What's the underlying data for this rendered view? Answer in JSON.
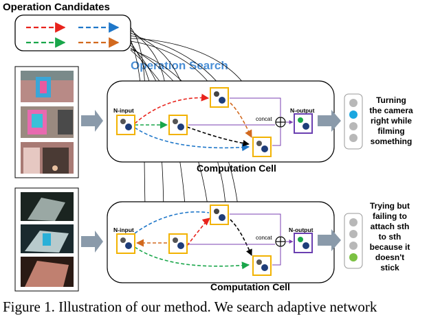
{
  "title": "Operation Candidates",
  "search_label": "Operation Search",
  "cell_label": "Computation Cell",
  "node_input": "N-input",
  "node_output": "N-output",
  "concat": "concat",
  "oplus": "⊕",
  "caption": "Figure 1. Illustration of our method. We search adaptive network",
  "rows": [
    {
      "action_lines": [
        "Turning",
        "the camera",
        "right while",
        "filming",
        "something"
      ]
    },
    {
      "action_lines": [
        "Trying but",
        "failing to",
        "attach sth",
        "to sth",
        "because it",
        "doesn't",
        "stick"
      ]
    }
  ],
  "colors": {
    "red": "#e8231c",
    "blue": "#1f77c9",
    "green": "#19a64a",
    "orange": "#d2691e",
    "search": "#4a8fd6",
    "node_border": "#f2b200",
    "output_border": "#6a3fb0",
    "arrow_gray": "#8a9aaa",
    "pred_cyan": "#1aa7e0",
    "pred_green": "#7bc142",
    "pred_gray": "#b8b8b8"
  }
}
